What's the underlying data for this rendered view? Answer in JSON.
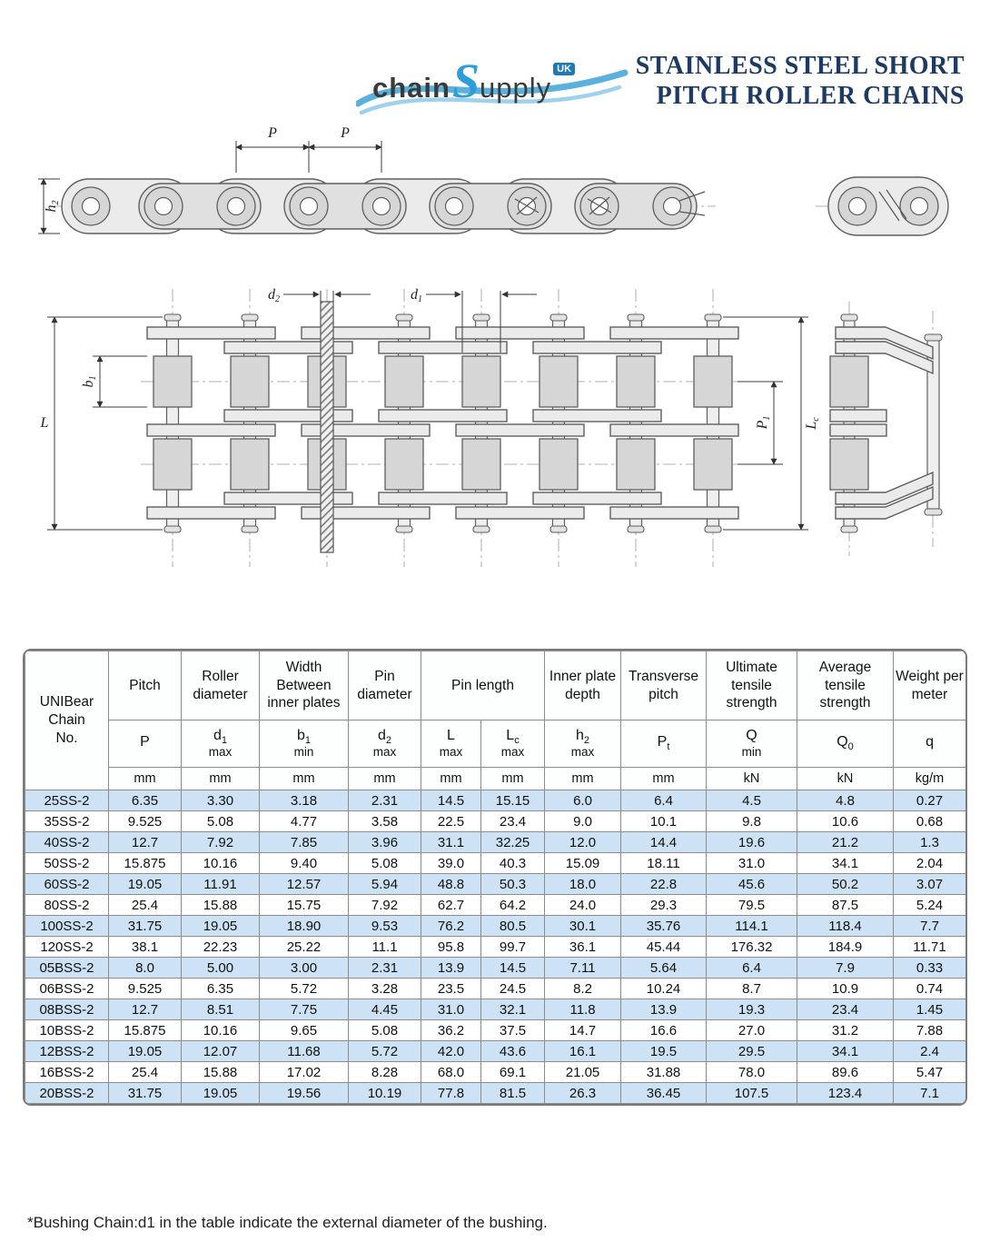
{
  "brand": {
    "chain": "chain",
    "supply_s": "S",
    "supply_rest": "upply",
    "uk": "UK"
  },
  "title": {
    "line1": "STAINLESS STEEL SHORT",
    "line2": "PITCH ROLLER CHAINS"
  },
  "diagrams": {
    "pitch_label": "P",
    "h2": {
      "base": "h",
      "sub": "2"
    },
    "d2": {
      "base": "d",
      "sub": "2"
    },
    "d1": {
      "base": "d",
      "sub": "1"
    },
    "b1": {
      "base": "b",
      "sub": "1"
    },
    "length_label": "L",
    "p1": {
      "base": "P",
      "sub": "1"
    },
    "lc": {
      "base": "L",
      "sub": "c"
    }
  },
  "table": {
    "chain_no_lines": [
      "UNIBear",
      "Chain",
      "No."
    ],
    "cols": [
      {
        "group": "Pitch",
        "base": "P",
        "sub": "",
        "qual": "",
        "unit": "mm"
      },
      {
        "group": "Roller diameter",
        "base": "d",
        "sub": "1",
        "qual": "max",
        "unit": "mm"
      },
      {
        "group": "Width Between inner plates",
        "base": "b",
        "sub": "1",
        "qual": "min",
        "unit": "mm"
      },
      {
        "group": "Pin diameter",
        "base": "d",
        "sub": "2",
        "qual": "max",
        "unit": "mm"
      },
      {
        "group": "Pin length",
        "base": "L",
        "sub": "",
        "qual": "max",
        "unit": "mm"
      },
      {
        "group": "",
        "base": "L",
        "sub": "c",
        "qual": "max",
        "unit": "mm"
      },
      {
        "group": "Inner plate depth",
        "base": "h",
        "sub": "2",
        "qual": "max",
        "unit": "mm"
      },
      {
        "group": "Transverse pitch",
        "base": "P",
        "sub": "t",
        "qual": "",
        "unit": "mm"
      },
      {
        "group": "Ultimate tensile strength",
        "base": "Q",
        "sub": "",
        "qual": "min",
        "unit": "kN"
      },
      {
        "group": "Average tensile strength",
        "base": "Q",
        "sub": "0",
        "qual": "",
        "unit": "kN"
      },
      {
        "group": "Weight per meter",
        "base": "q",
        "sub": "",
        "qual": "",
        "unit": "kg/m"
      }
    ],
    "rows": [
      [
        "25SS-2",
        "6.35",
        "3.30",
        "3.18",
        "2.31",
        "14.5",
        "15.15",
        "6.0",
        "6.4",
        "4.5",
        "4.8",
        "0.27"
      ],
      [
        "35SS-2",
        "9.525",
        "5.08",
        "4.77",
        "3.58",
        "22.5",
        "23.4",
        "9.0",
        "10.1",
        "9.8",
        "10.6",
        "0.68"
      ],
      [
        "40SS-2",
        "12.7",
        "7.92",
        "7.85",
        "3.96",
        "31.1",
        "32.25",
        "12.0",
        "14.4",
        "19.6",
        "21.2",
        "1.3"
      ],
      [
        "50SS-2",
        "15.875",
        "10.16",
        "9.40",
        "5.08",
        "39.0",
        "40.3",
        "15.09",
        "18.11",
        "31.0",
        "34.1",
        "2.04"
      ],
      [
        "60SS-2",
        "19.05",
        "11.91",
        "12.57",
        "5.94",
        "48.8",
        "50.3",
        "18.0",
        "22.8",
        "45.6",
        "50.2",
        "3.07"
      ],
      [
        "80SS-2",
        "25.4",
        "15.88",
        "15.75",
        "7.92",
        "62.7",
        "64.2",
        "24.0",
        "29.3",
        "79.5",
        "87.5",
        "5.24"
      ],
      [
        "100SS-2",
        "31.75",
        "19.05",
        "18.90",
        "9.53",
        "76.2",
        "80.5",
        "30.1",
        "35.76",
        "114.1",
        "118.4",
        "7.7"
      ],
      [
        "120SS-2",
        "38.1",
        "22.23",
        "25.22",
        "11.1",
        "95.8",
        "99.7",
        "36.1",
        "45.44",
        "176.32",
        "184.9",
        "11.71"
      ],
      [
        "05BSS-2",
        "8.0",
        "5.00",
        "3.00",
        "2.31",
        "13.9",
        "14.5",
        "7.11",
        "5.64",
        "6.4",
        "7.9",
        "0.33"
      ],
      [
        "06BSS-2",
        "9.525",
        "6.35",
        "5.72",
        "3.28",
        "23.5",
        "24.5",
        "8.2",
        "10.24",
        "8.7",
        "10.9",
        "0.74"
      ],
      [
        "08BSS-2",
        "12.7",
        "8.51",
        "7.75",
        "4.45",
        "31.0",
        "32.1",
        "11.8",
        "13.9",
        "19.3",
        "23.4",
        "1.45"
      ],
      [
        "10BSS-2",
        "15.875",
        "10.16",
        "9.65",
        "5.08",
        "36.2",
        "37.5",
        "14.7",
        "16.6",
        "27.0",
        "31.2",
        "7.88"
      ],
      [
        "12BSS-2",
        "19.05",
        "12.07",
        "11.68",
        "5.72",
        "42.0",
        "43.6",
        "16.1",
        "19.5",
        "29.5",
        "34.1",
        "2.4"
      ],
      [
        "16BSS-2",
        "25.4",
        "15.88",
        "17.02",
        "8.28",
        "68.0",
        "69.1",
        "21.05",
        "31.88",
        "78.0",
        "89.6",
        "5.47"
      ],
      [
        "20BSS-2",
        "31.75",
        "19.05",
        "19.56",
        "10.19",
        "77.8",
        "81.5",
        "26.3",
        "36.45",
        "107.5",
        "123.4",
        "7.1"
      ]
    ]
  },
  "footnote": "*Bushing Chain:d1 in the table indicate the external diameter of the bushing."
}
